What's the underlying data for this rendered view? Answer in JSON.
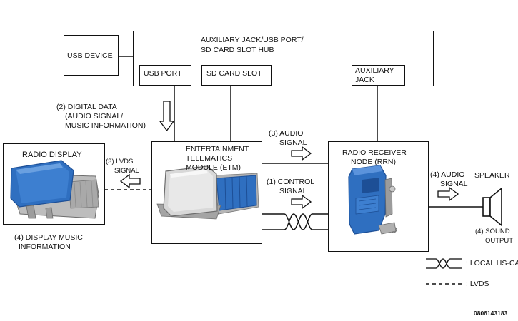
{
  "hub": {
    "title_line1": "AUXILIARY JACK/USB PORT/",
    "title_line2": "SD CARD SLOT HUB",
    "usb_port": "USB PORT",
    "sd_card_slot": "SD CARD SLOT",
    "aux_jack_line1": "AUXILIARY",
    "aux_jack_line2": "JACK"
  },
  "usb_device": "USB DEVICE",
  "digital_data": {
    "line1": "(2) DIGITAL DATA",
    "line2": "(AUDIO SIGNAL/",
    "line3": "MUSIC INFORMATION)"
  },
  "radio_display": {
    "title": "RADIO DISPLAY",
    "caption_line1": "(4) DISPLAY MUSIC",
    "caption_line2": "INFORMATION"
  },
  "lvds_signal": {
    "line1": "(3) LVDS",
    "line2": "SIGNAL"
  },
  "etm": {
    "line1": "ENTERTAINMENT",
    "line2": "TELEMATICS",
    "line3": "MODULE (ETM)"
  },
  "audio_signal_3": {
    "line1": "(3) AUDIO",
    "line2": "SIGNAL"
  },
  "control_signal": {
    "line1": "(1) CONTROL",
    "line2": "SIGNAL"
  },
  "rrn": {
    "line1": "RADIO RECEIVER",
    "line2": "NODE (RRN)"
  },
  "audio_signal_4": {
    "line1": "(4) AUDIO",
    "line2": "SIGNAL"
  },
  "speaker": {
    "title": "SPEAKER",
    "caption_line1": "(4) SOUND",
    "caption_line2": "OUTPUT"
  },
  "legend": {
    "hs_can": ": LOCAL HS-CAN",
    "lvds": ": LVDS"
  },
  "figure_id": "0806143183",
  "colors": {
    "line": "#111111",
    "module_blue": "#2f6fc0",
    "module_blue_dark": "#1d4f96",
    "module_blue_light": "#5b93dc",
    "bracket_grey": "#8a8a8a",
    "display_face": "#d8d8d8"
  }
}
